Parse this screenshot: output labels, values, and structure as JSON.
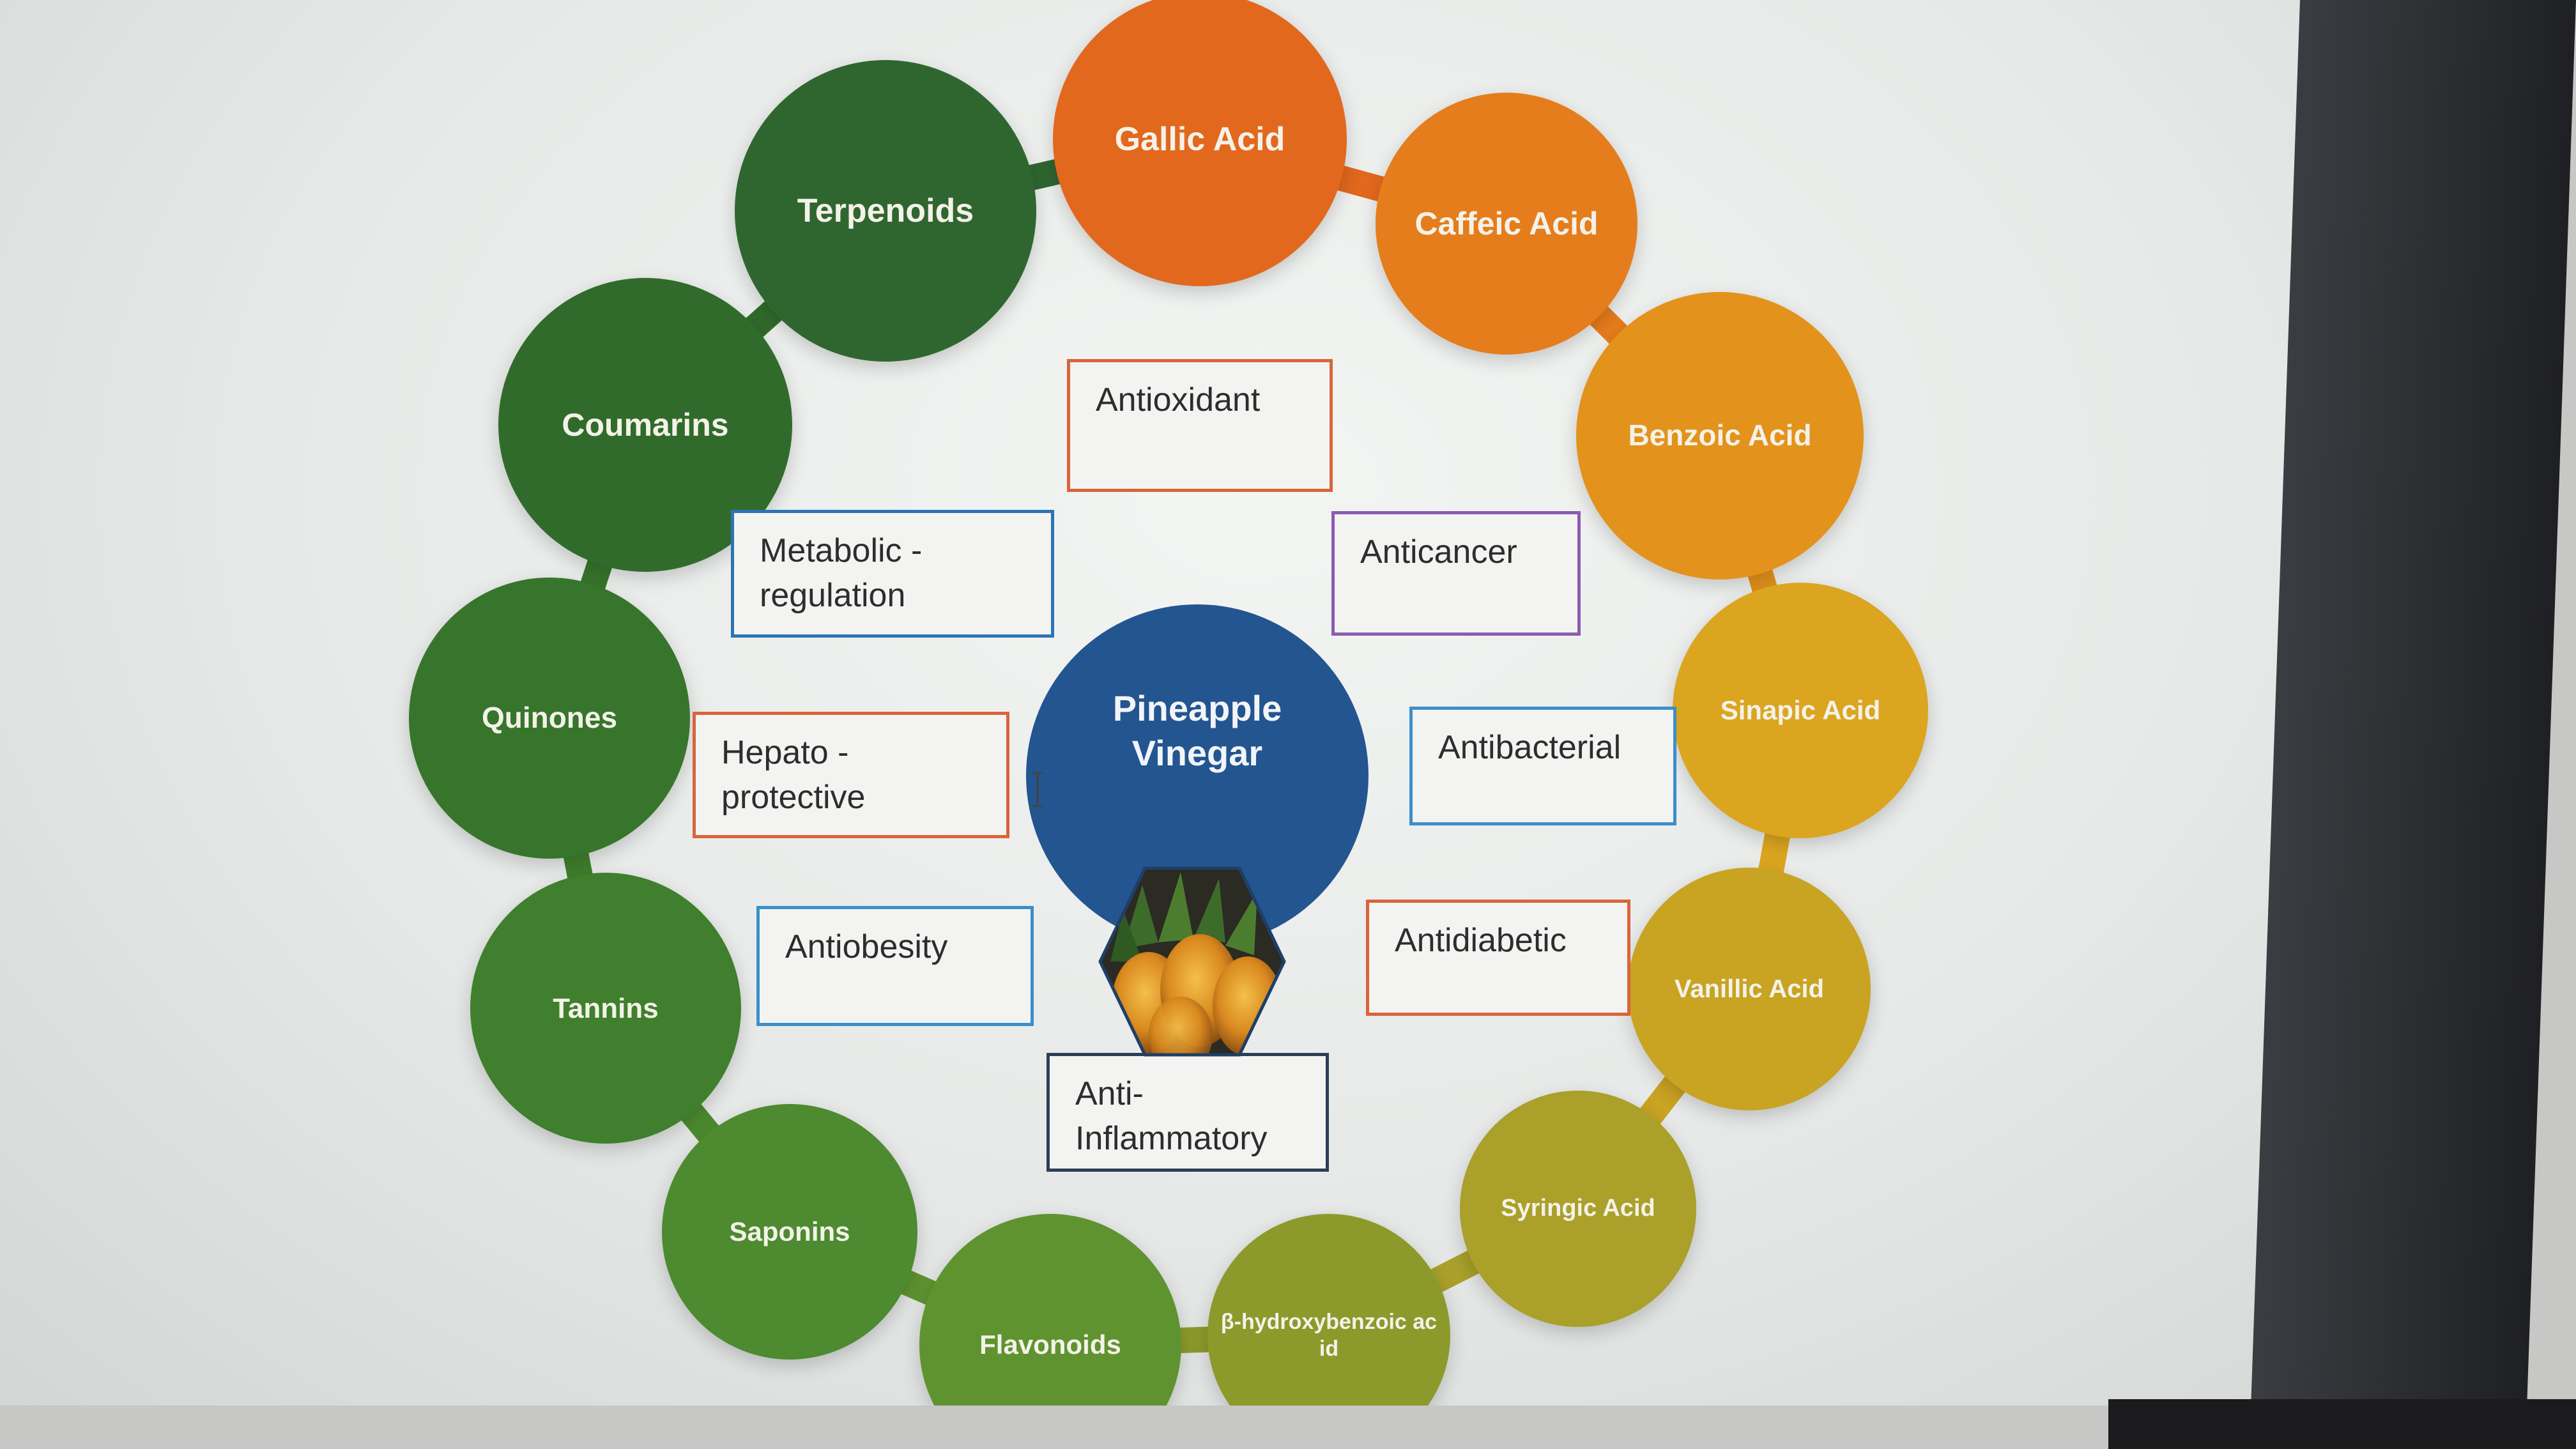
{
  "center": {
    "label": "Pineapple Vinegar",
    "image_icon": "pineapple-hexagon-icon"
  },
  "compounds": [
    {
      "id": "gallic-acid",
      "label": "Gallic Acid",
      "color": "#e2681e"
    },
    {
      "id": "caffeic-acid",
      "label": "Caffeic Acid",
      "color": "#e57d1c"
    },
    {
      "id": "benzoic-acid",
      "label": "Benzoic Acid",
      "color": "#e3921c"
    },
    {
      "id": "sinapic-acid",
      "label": "Sinapic Acid",
      "color": "#dba520"
    },
    {
      "id": "vanillic-acid",
      "label": "Vanillic Acid",
      "color": "#c9a322"
    },
    {
      "id": "syringic-acid",
      "label": "Syringic Acid",
      "color": "#aaa02a"
    },
    {
      "id": "b-hydroxybenzoic-acid",
      "label": "β-hydroxybenzoic acid",
      "color": "#8c9a2c"
    },
    {
      "id": "flavonoids",
      "label": "Flavonoids",
      "color": "#5f9330"
    },
    {
      "id": "saponins",
      "label": "Saponins",
      "color": "#4d8a30"
    },
    {
      "id": "tannins",
      "label": "Tannins",
      "color": "#3f7f2d"
    },
    {
      "id": "quinones",
      "label": "Quinones",
      "color": "#37752c"
    },
    {
      "id": "coumarins",
      "label": "Coumarins",
      "color": "#316b2b"
    },
    {
      "id": "terpenoids",
      "label": "Terpenoids",
      "color": "#2f6630"
    }
  ],
  "effects": [
    {
      "id": "antioxidant",
      "label": "Antioxidant",
      "border": "#d9653a"
    },
    {
      "id": "anticancer",
      "label": "Anticancer",
      "border": "#8a5cb3"
    },
    {
      "id": "antibacterial",
      "label": "Antibacterial",
      "border": "#3c8fc9"
    },
    {
      "id": "antidiabetic",
      "label": "Antidiabetic",
      "border": "#d9653a"
    },
    {
      "id": "anti-inflammatory",
      "label": "Anti-Inflammatory",
      "border": "#2c3e56"
    },
    {
      "id": "antiobesity",
      "label": "Antiobesity",
      "border": "#3c8fc9"
    },
    {
      "id": "hepato-protective",
      "label": "Hepato - protective",
      "border": "#d9653a"
    },
    {
      "id": "metabolic-regulation",
      "label": "Metabolic - regulation",
      "border": "#2d74b5"
    }
  ],
  "cursor_icon": "text-cursor-icon"
}
